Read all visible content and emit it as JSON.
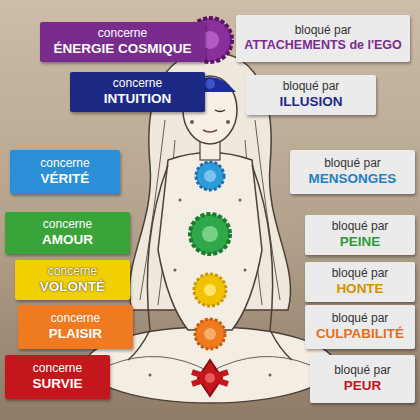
{
  "diagram": {
    "nodes": [
      {
        "text": [
          "concerne",
          "ÉNERGIE COSMIQUE"
        ]
      },
      {
        "text": [
          "bloqué par",
          "ATTACHEMENTS de l'EGO"
        ]
      },
      {
        "text": [
          "concerne",
          "INTUITION"
        ]
      },
      {
        "text": [
          "bloqué par",
          "ILLUSION"
        ]
      },
      {
        "text": [
          "concerne",
          "VÉRITÉ"
        ]
      },
      {
        "text": [
          "bloqué par",
          "MENSONGES"
        ]
      },
      {
        "text": [
          "concerne",
          "AMOUR"
        ]
      },
      {
        "text": [
          "bloqué par",
          "PEINE"
        ]
      },
      {
        "text": [
          "concerne",
          "VOLONTÉ"
        ]
      },
      {
        "text": [
          "bloqué par",
          "HONTE"
        ]
      },
      {
        "text": [
          "concerne",
          "PLAISIR"
        ]
      },
      {
        "text": [
          "bloqué par",
          "CULPABILITÉ"
        ]
      },
      {
        "text": [
          "concerne",
          "SURVIE"
        ]
      },
      {
        "text": [
          "bloqué par",
          "PEUR"
        ]
      }
    ]
  }
}
